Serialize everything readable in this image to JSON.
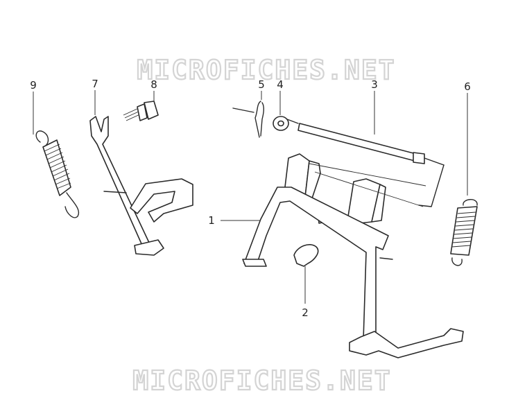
{
  "diagram": {
    "watermark_top": "MICROFICHES.NET",
    "watermark_bottom": "MICROFICHES.NET",
    "callouts": [
      "1",
      "2",
      "3",
      "4",
      "5",
      "6",
      "7",
      "8",
      "9"
    ]
  }
}
